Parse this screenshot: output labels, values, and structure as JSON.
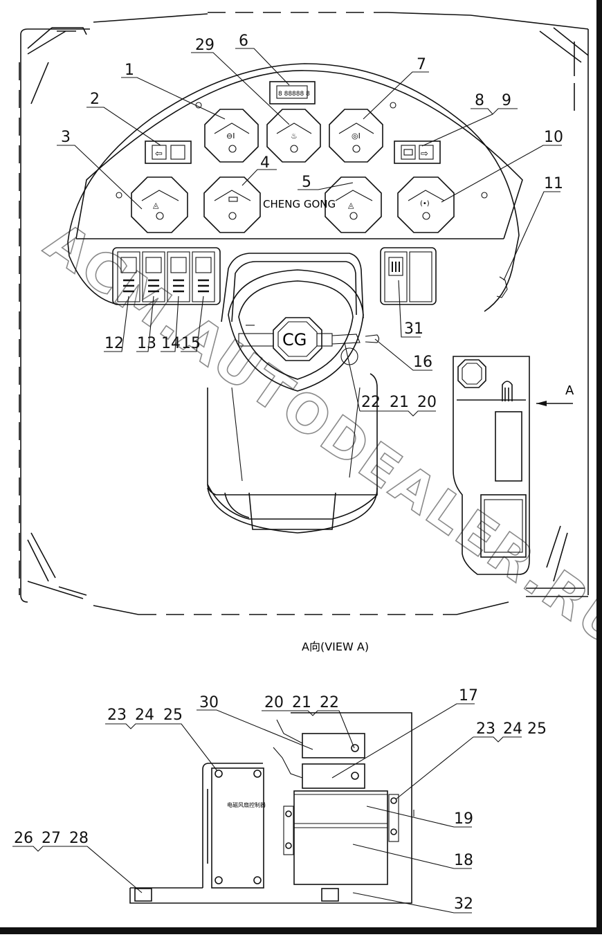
{
  "brand_text": "CHENG GONG",
  "steering_hub": "CG",
  "view_arrow_label": "A",
  "view_title": "A向(VIEW A)",
  "controller_text": "电磁风扇控制器",
  "watermark": "ACM.AUTODEALER.RU",
  "callouts_top": {
    "c1": "1",
    "c2": "2",
    "c3": "3",
    "c4": "4",
    "c5": "5",
    "c6": "6",
    "c7": "7",
    "c8": "8",
    "c9": "9",
    "c10": "10",
    "c11": "11",
    "c29": "29",
    "c12": "12",
    "c13": "13",
    "c14": "14",
    "c15": "15",
    "c16": "16",
    "c31": "31",
    "c20": "20",
    "c21": "21",
    "c22": "22"
  },
  "callouts_view": {
    "c30": "30",
    "c20": "20",
    "c21": "21",
    "c22": "22",
    "c17": "17",
    "c23a": "23",
    "c24a": "24",
    "c25a": "25",
    "c23b": "23",
    "c24b": "24",
    "c25b": "25",
    "c26": "26",
    "c27": "27",
    "c28": "28",
    "c19": "19",
    "c18": "18",
    "c32": "32"
  }
}
